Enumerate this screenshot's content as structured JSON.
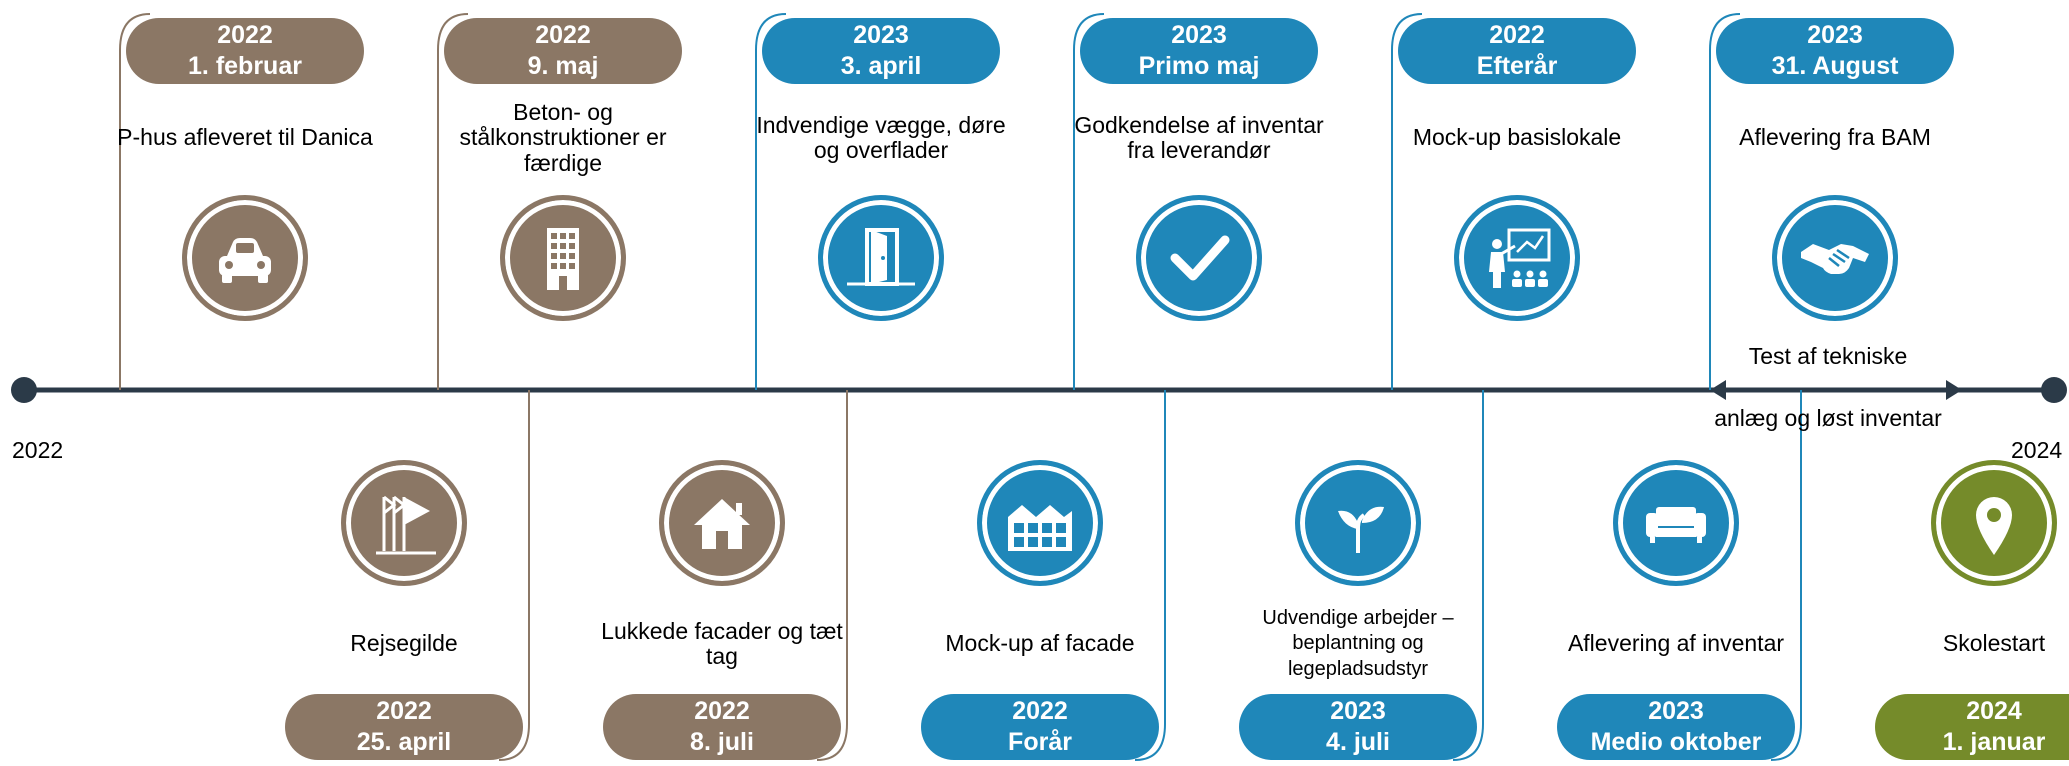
{
  "colors": {
    "brown": "#8b7765",
    "blue": "#1f87b9",
    "green": "#758b2a",
    "line": "#2b3a48"
  },
  "timeline": {
    "start_label": "2022",
    "end_label": "2024"
  },
  "top_events": [
    {
      "year": "2022",
      "date": "1. februar",
      "text": "P-hus afleveret til Danica",
      "icon": "car-icon",
      "color": "brown"
    },
    {
      "year": "2022",
      "date": "9. maj",
      "text": "Beton- og stålkonstruktioner er færdige",
      "icon": "building-icon",
      "color": "brown"
    },
    {
      "year": "2023",
      "date": "3. april",
      "text": "Indvendige vægge, døre og overflader",
      "icon": "door-icon",
      "color": "blue"
    },
    {
      "year": "2023",
      "date": "Primo maj",
      "text": "Godkendelse af inventar fra leverandør",
      "icon": "checkmark-icon",
      "color": "blue"
    },
    {
      "year": "2022",
      "date": "Efterår",
      "text": "Mock-up basislokale",
      "icon": "presentation-icon",
      "color": "blue"
    },
    {
      "year": "2023",
      "date": "31. August",
      "text": "Aflevering fra BAM",
      "icon": "handshake-icon",
      "color": "blue"
    }
  ],
  "bottom_events": [
    {
      "year": "2022",
      "date": "25. april",
      "text": "Rejsegilde",
      "icon": "flags-icon",
      "color": "brown"
    },
    {
      "year": "2022",
      "date": "8. juli",
      "text": "Lukkede facader og tæt tag",
      "icon": "house-icon",
      "color": "brown"
    },
    {
      "year": "2022",
      "date": "Forår",
      "text": "Mock-up af facade",
      "icon": "facade-icon",
      "color": "blue"
    },
    {
      "year": "2023",
      "date": "4. juli",
      "text": "Udvendige arbejder – beplantning og legepladsudstyr",
      "icon": "plant-icon",
      "color": "blue"
    },
    {
      "year": "2023",
      "date": "Medio oktober",
      "text": "Aflevering af inventar",
      "icon": "sofa-icon",
      "color": "blue"
    },
    {
      "year": "2024",
      "date": "1. januar",
      "text": "Skolestart",
      "icon": "location-pin-icon",
      "color": "green"
    }
  ],
  "test_period": {
    "line1": "Test af tekniske",
    "line2": "anlæg og løst inventar"
  }
}
